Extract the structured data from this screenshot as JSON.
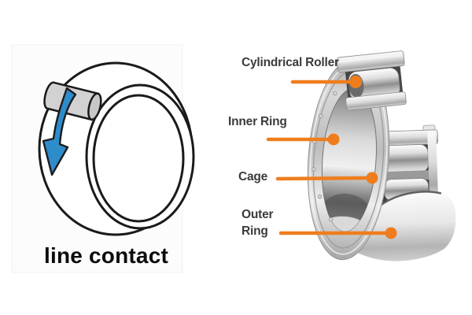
{
  "left_panel": {
    "caption": "line contact",
    "colors": {
      "outline": "#1a1a1a",
      "roller_gray": "#d2d2d2",
      "arrow_blue": "#2e8ccb"
    }
  },
  "right_panel": {
    "callout_color": "#ef7d1e",
    "label_color": "#3b3b3b",
    "labels": [
      {
        "id": "cylindrical-roller",
        "text": "Cylindrical Roller"
      },
      {
        "id": "inner-ring",
        "text": "Inner Ring"
      },
      {
        "id": "cage",
        "text": "Cage"
      },
      {
        "id": "outer-ring",
        "text": "Outer Ring"
      }
    ]
  }
}
